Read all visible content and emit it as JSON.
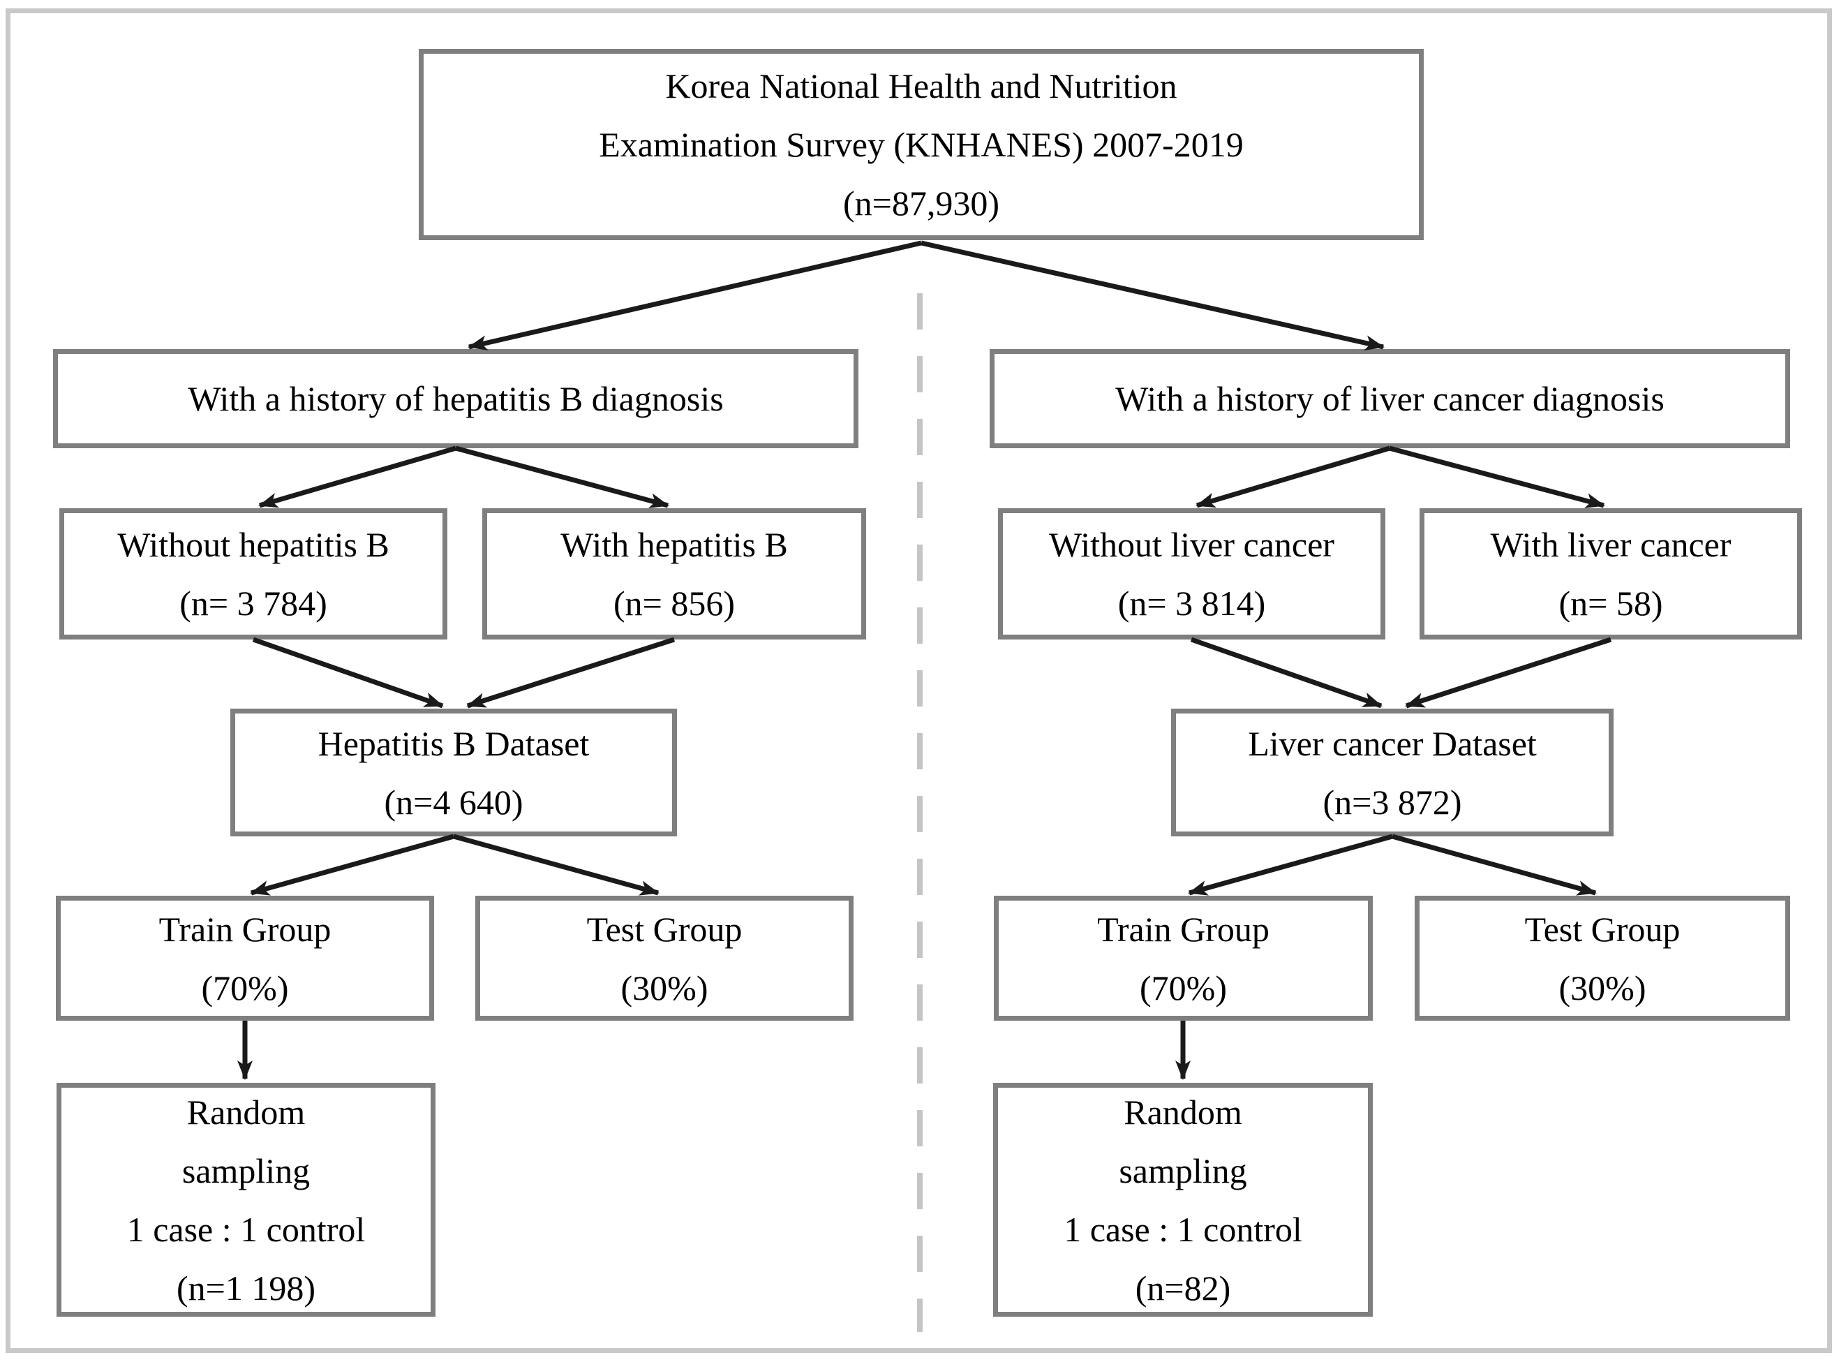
{
  "colors": {
    "background": "#ffffff",
    "text": "#000000",
    "box_border": "#7f7f7f",
    "outer_border": "#c9c9c9",
    "arrow": "#1a1a1a",
    "divider": "#c5c5c5"
  },
  "root": {
    "line1": "Korea National Health and Nutrition",
    "line2": "Examination Survey (KNHANES) 2007-2019",
    "line3": "(n=87,930)"
  },
  "hepatitis": {
    "history": "With a history of hepatitis B diagnosis",
    "without": {
      "line1": "Without hepatitis B",
      "line2": "(n= 3 784)"
    },
    "with": {
      "line1": "With hepatitis B",
      "line2": "(n= 856)"
    },
    "dataset": {
      "line1": "Hepatitis B Dataset",
      "line2": "(n=4 640)"
    },
    "train": {
      "line1": "Train Group",
      "line2": "(70%)"
    },
    "test": {
      "line1": "Test Group",
      "line2": "(30%)"
    },
    "random": {
      "line1": "Random",
      "line2": "sampling",
      "line3": "1 case : 1 control",
      "line4": "(n=1 198)"
    }
  },
  "liver": {
    "history": "With a history of liver cancer diagnosis",
    "without": {
      "line1": "Without liver cancer",
      "line2": "(n= 3 814)"
    },
    "with": {
      "line1": "With liver cancer",
      "line2": "(n= 58)"
    },
    "dataset": {
      "line1": "Liver cancer Dataset",
      "line2": "(n=3 872)"
    },
    "train": {
      "line1": "Train Group",
      "line2": "(70%)"
    },
    "test": {
      "line1": "Test Group",
      "line2": "(30%)"
    },
    "random": {
      "line1": "Random",
      "line2": "sampling",
      "line3": "1 case : 1 control",
      "line4": "(n=82)"
    }
  }
}
